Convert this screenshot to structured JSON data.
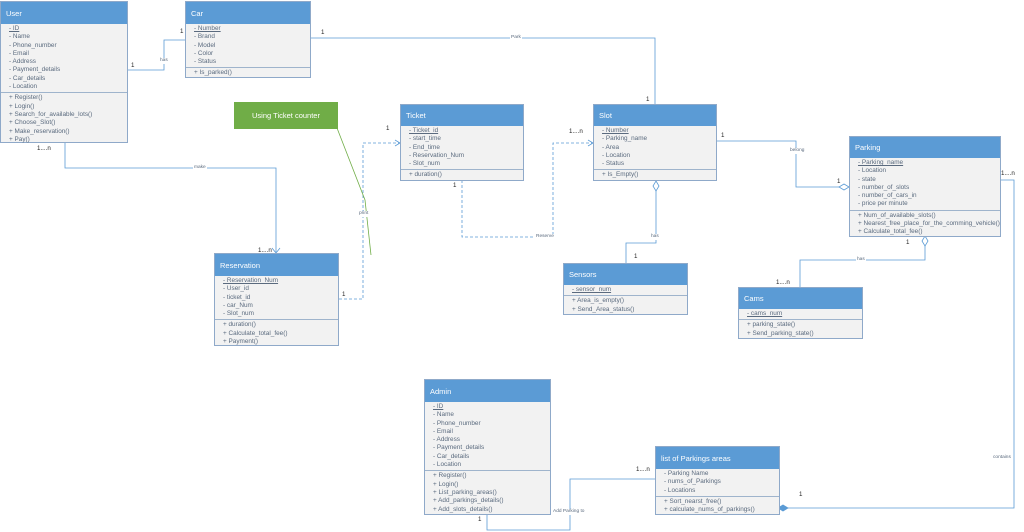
{
  "classes": {
    "user": {
      "title": "User",
      "attributes": [
        "ID",
        "Name",
        "Phone_number",
        "Email",
        "Address",
        "Payment_details",
        "Car_details",
        "Location"
      ],
      "methods": [
        "+ Register()",
        "+ Login()",
        "+ Search_for_available_lots()",
        "+ Choose_Slot()",
        "+ Make_reservation()",
        "+ Pay()"
      ]
    },
    "car": {
      "title": "Car",
      "attributes": [
        "Number",
        "Brand",
        "Model",
        "Color",
        "Status"
      ],
      "methods": [
        "+ Is_parked()"
      ]
    },
    "ticket": {
      "title": "Ticket",
      "attributes": [
        "Ticket_id",
        "start_time",
        "End_time",
        "Reservation_Num",
        "Slot_num"
      ],
      "methods": [
        "+ duration()"
      ]
    },
    "slot": {
      "title": "Slot",
      "attributes": [
        "Number",
        "Parking_name",
        "Area",
        "Location",
        "Status"
      ],
      "methods": [
        "+ Is_Empty()"
      ]
    },
    "parking": {
      "title": "Parking",
      "attributes": [
        "Parking_name",
        "Location",
        "state",
        "number_of_slots",
        "number_of_cars_in",
        "price per minute"
      ],
      "methods": [
        "+ Num_of_available_slots()",
        "+ Nearest_free_place_for_the_comming_vehicle()",
        "+ Calculate_total_fee()"
      ]
    },
    "reservation": {
      "title": "Reservation",
      "attributes": [
        "Reservation_Num",
        "User_id",
        "ticket_id",
        "car_Num",
        "Slot_num"
      ],
      "methods": [
        "+ duration()",
        "+ Calculate_total_fee()",
        "+ Payment()"
      ]
    },
    "sensors": {
      "title": "Sensors",
      "attributes": [
        "sensor_num"
      ],
      "methods": [
        "+ Area_is_empty()",
        "+ Send_Area_status()"
      ]
    },
    "cams": {
      "title": "Cams",
      "attributes": [
        "cams_num"
      ],
      "methods": [
        "+ parking_state()",
        "+ Send_parking_state()"
      ]
    },
    "admin": {
      "title": "Admin",
      "attributes": [
        "ID",
        "Name",
        "Phone_number",
        "Email",
        "Address",
        "Payment_details",
        "Car_details",
        "Location"
      ],
      "methods": [
        "+ Register()",
        "+ Login()",
        "+ List_parking_areas()",
        "+ Add_parkings_details()",
        "+ Add_slots_details()"
      ]
    },
    "areas": {
      "title": "list of Parkings areas",
      "attributes": [
        "Parking Name",
        "nums_of_Parkings",
        "Locations"
      ],
      "methods": [
        "+ Sort_nearst_free()",
        "+ calculate_nums_of_parkings()"
      ]
    }
  },
  "note": {
    "text": "Using Ticket counter"
  },
  "edge_labels": {
    "has_user_car": "has",
    "park": "Park",
    "make": "make",
    "print": "print",
    "reserve": "Reserve",
    "belong": "belong",
    "has_slot_sensors": "has",
    "has_parking_cams": "has",
    "add_parking_to": "Add Parking to",
    "contains": "contains"
  },
  "multiplicities": {
    "user_car_user": "1",
    "user_car_car": "1",
    "car_slot_car": "1",
    "car_slot_slot": "1",
    "user_res_user": "1....n",
    "user_res_res": "1....n",
    "res_ticket_res": "1",
    "res_ticket_ticket": "1",
    "ticket_slot_ticket": "1",
    "ticket_slot_slot": "1....n",
    "slot_parking_slot": "1",
    "slot_parking_parking": "1",
    "parking_cams_parking": "1",
    "parking_cams_cams": "1....n",
    "slot_sensors_sensors": "1",
    "admin_areas_admin": "1",
    "admin_areas_areas": "1....n",
    "parking_areas_parking": "1....n",
    "parking_areas_areas": "1"
  },
  "colors": {
    "header": "#5b9bd5",
    "body": "#f2f2f2",
    "edge": "#5b9bd5",
    "note": "#70ad47"
  }
}
